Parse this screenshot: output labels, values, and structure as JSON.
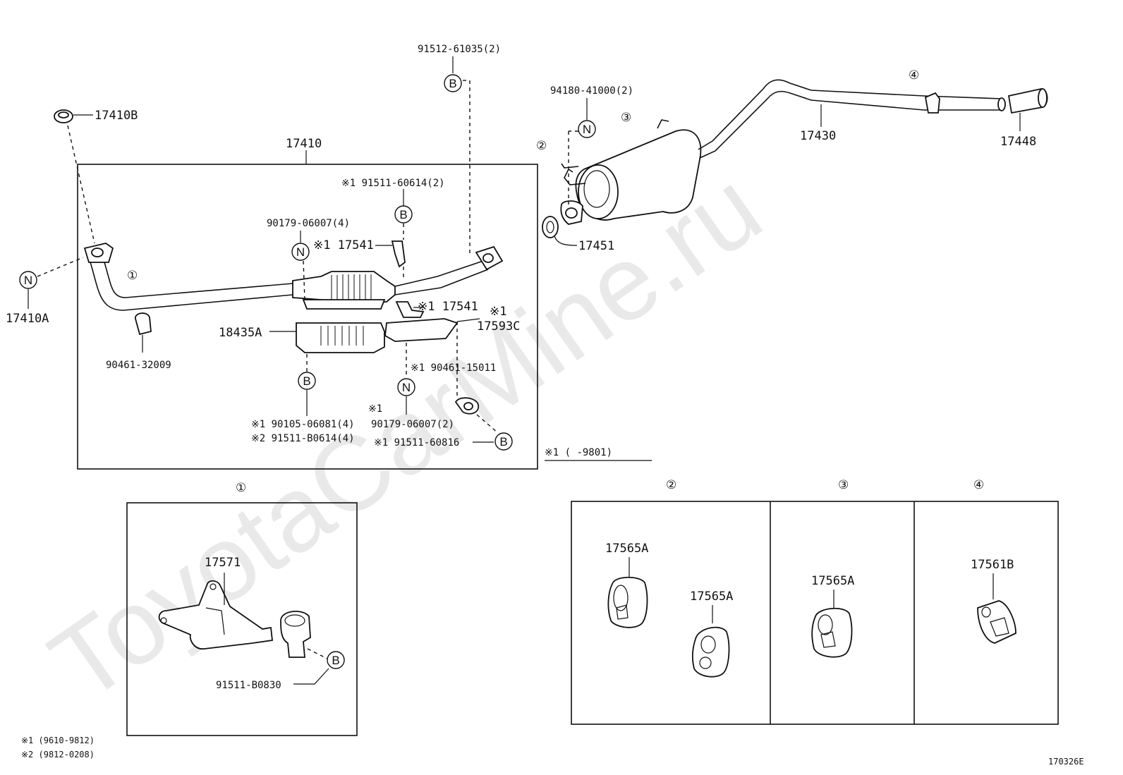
{
  "watermark": "ToyotaCarMine.ru",
  "figure_code": "170326E",
  "callouts": {
    "c1": "①",
    "c2": "②",
    "c3": "③",
    "c4": "④",
    "N": "N",
    "B": "B"
  },
  "parts": {
    "p17410B": "17410B",
    "p17410": "17410",
    "p17410A": "17410A",
    "p90461_32009": "90461-32009",
    "p18435A": "18435A",
    "p90179_06007_4": "90179-06007(4)",
    "p17541_top": "※1 17541",
    "p91511_60614": "※1 91511-60614(2)",
    "p91512_61035": "91512-61035(2)",
    "p17541_mid": "※1 17541",
    "p17593C_note": "※1",
    "p17593C": "17593C",
    "p90461_15011": "※1 90461-15011",
    "p90179_06007_2_note": "※1",
    "p90179_06007_2": "90179-06007(2)",
    "p90105_06081": "※1 90105-06081(4)",
    "p91511_B0614": "※2 91511-B0614(4)",
    "p91511_60816": "※1 91511-60816",
    "p94180_41000": "94180-41000(2)",
    "p17451": "17451",
    "p17430": "17430",
    "p17448": "17448",
    "p17571": "17571",
    "p91511_B0830": "91511-B0830",
    "p17565A_1": "17565A",
    "p17565A_2": "17565A",
    "p17565A_3": "17565A",
    "p17561B": "17561B"
  },
  "range_note": "※1 (     -9801)",
  "footnotes": {
    "f1": "※1  (9610-9812)",
    "f2": "※2  (9812-0208)"
  }
}
